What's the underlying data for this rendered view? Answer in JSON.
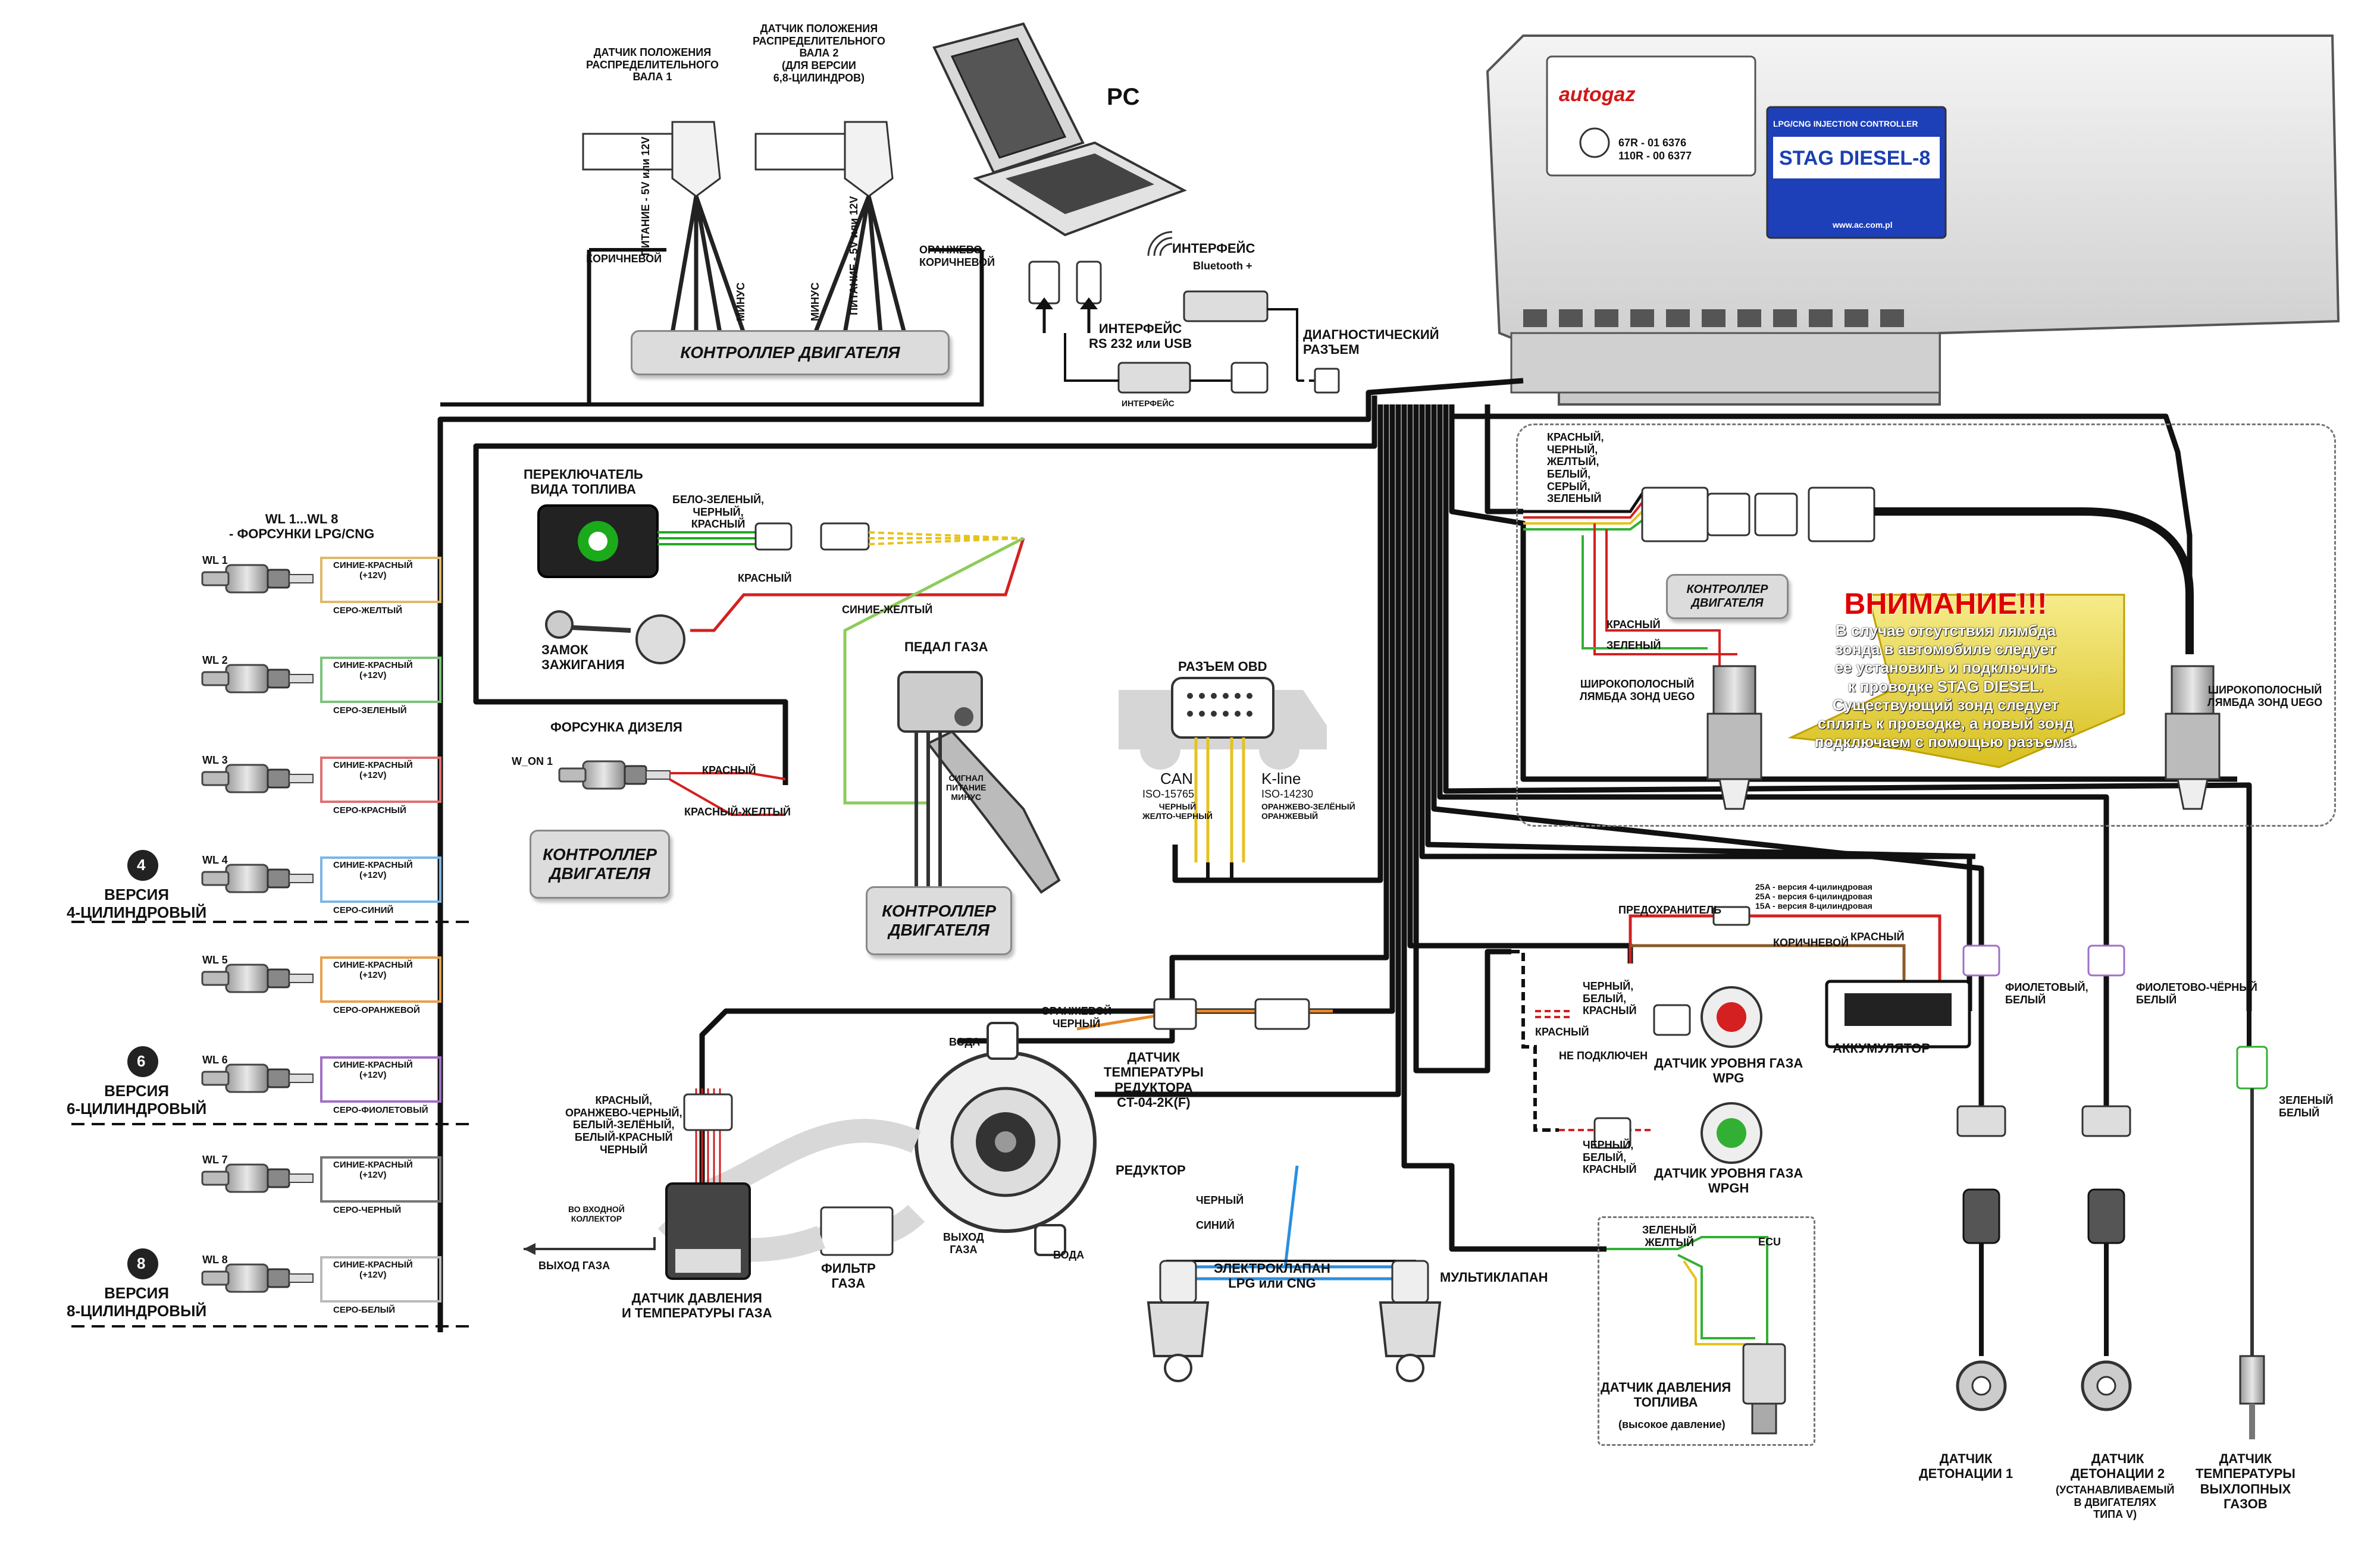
{
  "sensors_top": {
    "cam1": "ДАТЧИК ПОЛОЖЕНИЯ\nРАСПРЕДЕЛИТЕЛЬНОГО\nВАЛА 1",
    "cam2": "ДАТЧИК ПОЛОЖЕНИЯ\nРАСПРЕДЕЛИТЕЛЬНОГО\nВАЛА 2\n(ДЛЯ ВЕРСИИ\n6,8-ЦИЛИНДРОВ)",
    "wire_brown": "КОРИЧНЕВОЙ",
    "wire_power": "ПИТАНИЕ - 5V или 12V",
    "wire_minus": "МИНУС",
    "wire_orange_brown": "ОРАНЖЕВО-\nКОРИЧНЕВОЙ",
    "engine_controller": "КОНТРОЛЛЕР  ДВИГАТЕЛЯ"
  },
  "pc": {
    "label": "PC",
    "interface_bt": "ИНТЕРФЕЙС",
    "bt_device": "Bluetooth +",
    "interface_rs": "ИНТЕРФЕЙС\nRS 232 или USB",
    "rs_device": "ИНТЕРФЕЙС",
    "diag_connector": "ДИАГНОСТИЧЕСКИЙ\nРАЗЪЕМ"
  },
  "ecu": {
    "brand": "autogaz",
    "approval1": "67R - 01 6376",
    "approval2": "110R - 00 6377",
    "product_line": "LPG/CNG INJECTION CONTROLLER",
    "model": "STAG DIESEL-8",
    "website": "www.ac.com.pl"
  },
  "fuel_switch": {
    "title": "ПЕРЕКЛЮЧАТЕЛЬ\nВИДА ТОПЛИВА",
    "wires": "БЕЛО-ЗЕЛЕНЫЙ,\nЧЕРНЫЙ,\nКРАСНЫЙ",
    "red": "КРАСНЫЙ",
    "ignition": "ЗАМОК\nЗАЖИГАНИЯ"
  },
  "injectors": {
    "header": "WL 1...WL 8\n- ФОРСУНКИ LPG/CNG",
    "items": [
      {
        "id": "WL 1",
        "plus": "СИНИЕ-КРАСНЫЙ\n(+12V)",
        "minus": "СЕРО-ЖЕЛТЫЙ",
        "color": "#e0b96a"
      },
      {
        "id": "WL 2",
        "plus": "СИНИЕ-КРАСНЫЙ\n(+12V)",
        "minus": "СЕРО-ЗЕЛЕНЫЙ",
        "color": "#7bc47b"
      },
      {
        "id": "WL 3",
        "plus": "СИНИЕ-КРАСНЫЙ\n(+12V)",
        "minus": "СЕРО-КРАСНЫЙ",
        "color": "#e07070"
      },
      {
        "id": "WL 4",
        "plus": "СИНИЕ-КРАСНЫЙ\n(+12V)",
        "minus": "СЕРО-СИНИЙ",
        "color": "#7ab6e6"
      },
      {
        "id": "WL 5",
        "plus": "СИНИЕ-КРАСНЫЙ\n(+12V)",
        "minus": "СЕРО-ОРАНЖЕВОЙ",
        "color": "#e8a050"
      },
      {
        "id": "WL 6",
        "plus": "СИНИЕ-КРАСНЫЙ\n(+12V)",
        "minus": "СЕРО-ФИОЛЕТОВЫЙ",
        "color": "#a070c8"
      },
      {
        "id": "WL 7",
        "plus": "СИНИЕ-КРАСНЫЙ\n(+12V)",
        "minus": "СЕРО-ЧЕРНЫЙ",
        "color": "#777777"
      },
      {
        "id": "WL 8",
        "plus": "СИНИЕ-КРАСНЫЙ\n(+12V)",
        "minus": "СЕРО-БЕЛЫЙ",
        "color": "#bbbbbb"
      }
    ],
    "versions": [
      {
        "num": "4",
        "text": "ВЕРСИЯ\n4-ЦИЛИНДРОВЫЙ"
      },
      {
        "num": "6",
        "text": "ВЕРСИЯ\n6-ЦИЛИНДРОВЫЙ"
      },
      {
        "num": "8",
        "text": "ВЕРСИЯ\n8-ЦИЛИНДРОВЫЙ"
      }
    ]
  },
  "diesel_injector": {
    "title": "ФОРСУНКА ДИЗЕЛЯ",
    "id": "W_ON 1",
    "red": "КРАСНЫЙ",
    "red_yellow": "КРАСНЫЙ-ЖЕЛТЫЙ",
    "controller": "КОНТРОЛЛЕР\nДВИГАТЕЛЯ"
  },
  "pedal": {
    "wire": "СИНИЕ-ЖЕЛТЫЙ",
    "title": "ПЕДАЛ ГАЗА",
    "wire_labels": "СИГНАЛ\nПИТАНИЕ\nМИНУС",
    "controller": "КОНТРОЛЛЕР\nДВИГАТЕЛЯ"
  },
  "obd": {
    "title": "РАЗЪЕМ OBD",
    "can": "CAN",
    "can_std": "ISO-15765",
    "can_wires": "ЧЕРНЫЙ\nЖЕЛТО-ЧЕРНЫЙ",
    "kline": "K-line",
    "kline_std": "ISO-14230",
    "kline_wires": "ОРАНЖЕВО-ЗЕЛЁНЫЙ\nОРАНЖЕВЫЙ"
  },
  "lambda": {
    "wires": "КРАСНЫЙ,\nЧЕРНЫЙ,\nЖЕЛТЫЙ,\nБЕЛЫЙ,\nСЕРЫЙ,\nЗЕЛЕНЫЙ",
    "controller": "КОНТРОЛЛЕР\nДВИГАТЕЛЯ",
    "red": "КРАСНЫЙ",
    "green": "ЗЕЛЕНЫЙ",
    "probe_left": "ШИРОКОПОЛОСНЫЙ\nЛЯМБДА ЗОНД UEGO",
    "probe_right": "ШИРОКОПОЛОСНЫЙ\nЛЯМБДА ЗОНД UEGO"
  },
  "warning": {
    "title": "ВНИМАНИЕ!!!",
    "text": "В случае отсутствия лямбда\nзонда в автомобиле следует\nее установить и подключить\nк проводке STAG DIESEL.\nСуществующий зонд следует\nсплять к проводке, а новый зонд\nподключаем с помощью разъема."
  },
  "power": {
    "fuse": "ПРЕДОХРАНИТЕЛЬ",
    "fuse_ratings": "25A - версия 4-цилиндровая\n25A - версия 6-цилиндровая\n15A - версия 8-цилиндровая",
    "brown": "КОРИЧНЕВОЙ",
    "red": "КРАСНЫЙ",
    "battery": "АККУМУЛЯТОР"
  },
  "level_sensors": {
    "wires_top": "ЧЕРНЫЙ,\nБЕЛЫЙ,\nКРАСНЫЙ",
    "red": "КРАСНЫЙ",
    "not_connected": "НЕ ПОДКЛЮЧЕН",
    "wpg": "ДАТЧИК УРОВНЯ ГАЗА\nWPG",
    "wires_bottom": "ЧЕРНЫЙ,\nБЕЛЫЙ,\nКРАСНЫЙ",
    "wpgh": "ДАТЧИК УРОВНЯ ГАЗА\nWPGH"
  },
  "reducer": {
    "wire_colors": "ОРАНЖЕВОЙ\nЧЕРНЫЙ",
    "temp_sensor": "ДАТЧИК\nТЕМПЕРАТУРЫ\nРЕДУКТОРА\nCT-04-2K(F)",
    "water_top": "ВОДА",
    "reducer": "РЕДУКТОР",
    "gas_out": "ВЫХОД\nГАЗА",
    "water_bottom": "ВОДА",
    "filter": "ФИЛЬТР\nГАЗА"
  },
  "pressure": {
    "wires": "КРАСНЫЙ,\nОРАНЖЕВО-ЧЕРНЫЙ,\nБЕЛЫЙ-ЗЕЛЁНЫЙ,\nБЕЛЫЙ-КРАСНЫЙ\nЧЕРНЫЙ",
    "inlet": "ВО ВХОДНОЙ\nКОЛЛЕКТОР",
    "gas_out": "ВЫХОД ГАЗА",
    "title": "ДАТЧИК ДАВЛЕНИЯ\nИ ТЕМПЕРАТУРЫ ГАЗА"
  },
  "valves": {
    "black": "ЧЕРНЫЙ",
    "blue": "СИНИЙ",
    "solenoid": "ЭЛЕКТРОКЛАПАН\nLPG или CNG",
    "multivalve": "МУЛЬТИКЛАПАН"
  },
  "fuel_pressure": {
    "wires": "ЗЕЛЕНЫЙ\nЖЕЛТЫЙ",
    "ecu": "ECU",
    "title": "ДАТЧИК ДАВЛЕНИЯ\nТОПЛИВА",
    "sub": "(высокое давление)"
  },
  "knock": {
    "wire1": "ФИОЛЕТОВЫЙ,\nБЕЛЫЙ",
    "wire2": "ФИОЛЕТОВО-ЧЁРНЫЙ\nБЕЛЫЙ",
    "wire3": "ЗЕЛЕНЫЙ\nБЕЛЫЙ",
    "knock1": "ДАТЧИК\nДЕТОНАЦИИ 1",
    "knock2": "ДАТЧИК\nДЕТОНАЦИИ 2",
    "knock2_note": "(УСТАНАВЛИВАЕМЫЙ\nВ ДВИГАТЕЛЯХ\nТИПА V)",
    "exhaust": "ДАТЧИК\nТЕМПЕРАТУРЫ\nВЫХЛОПНЫХ\nГАЗОВ"
  },
  "colors": {
    "harness": "#111111",
    "red_wire": "#d42020",
    "green_wire": "#33b033",
    "yellow_wire": "#e6c21e",
    "orange_wire": "#e88a2a",
    "blue_wire": "#2a8fe0",
    "brown_wire": "#8a5a2a",
    "ecu_brand": "#d01818",
    "ecu_label": "#1a3fb0"
  }
}
